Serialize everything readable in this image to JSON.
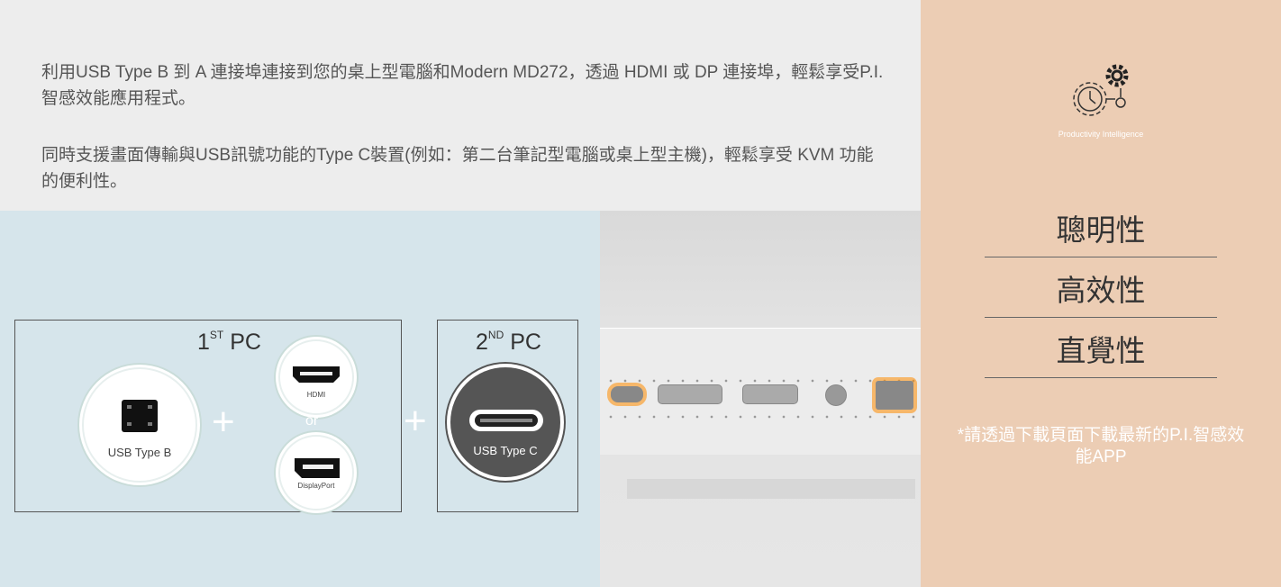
{
  "intro": {
    "paragraph1": "利用USB Type B 到 A 連接埠連接到您的桌上型電腦和Modern MD272，透過 HDMI 或 DP 連接埠，輕鬆享受P.I.智感效能應用程式。",
    "paragraph2": "同時支援畫面傳輸與USB訊號功能的Type C裝置(例如：第二台筆記型電腦或桌上型主機)，輕鬆享受 KVM 功能的便利性。"
  },
  "diagram": {
    "pc1": {
      "number": "1",
      "suffix": "ST",
      "label": "PC"
    },
    "pc2": {
      "number": "2",
      "suffix": "ND",
      "label": "PC"
    },
    "usb_b_label": "USB Type B",
    "hdmi_label": "HDMI",
    "or_label": "or",
    "dp_label": "DisplayPort",
    "usb_c_label": "USB Type C",
    "plus": "+"
  },
  "sidebar": {
    "logo_caption": "Productivity Intelligence",
    "features": [
      "聰明性",
      "高效性",
      "直覺性"
    ],
    "note": "*請透過下載頁面下載最新的P.I.智感效能APP"
  },
  "colors": {
    "sidebar_bg": "#eccdb4",
    "diagram_bg": "#d6e5eb",
    "highlight": "#ff8c00"
  }
}
